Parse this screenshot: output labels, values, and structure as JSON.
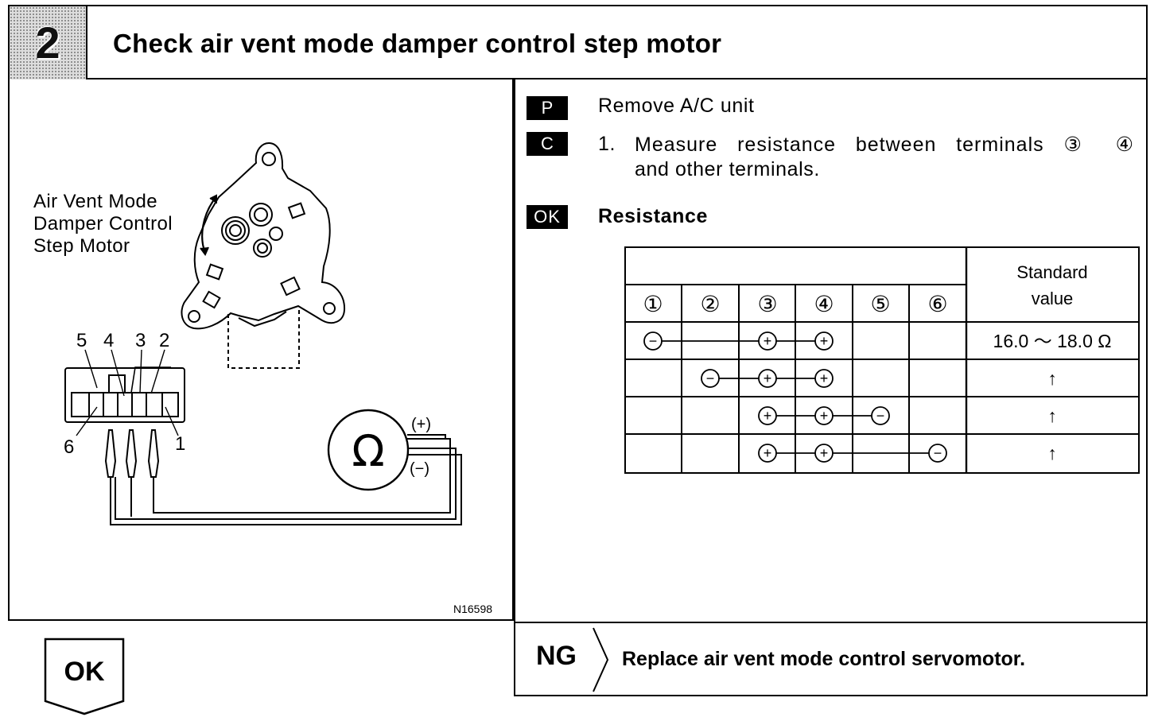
{
  "header": {
    "step_number": "2",
    "title": "Check air vent mode damper control step motor"
  },
  "figure": {
    "component_label": [
      "Air Vent Mode",
      "Damper Control",
      "Step Motor"
    ],
    "pin_numbers_top": [
      "5",
      "4",
      "3",
      "2"
    ],
    "pin_numbers_bottom": [
      "6",
      "1"
    ],
    "meter_symbol": "Ω",
    "meter_plus": "(+)",
    "meter_minus": "(−)",
    "figure_id": "N16598"
  },
  "procedure": {
    "p_tag": "P",
    "p_text": "Remove A/C unit",
    "c_tag": "C",
    "c_number": "1.",
    "c_text_line1": "Measure resistance between terminals ③ ④",
    "c_text_line2": "and other terminals.",
    "ok_tag": "OK",
    "ok_heading": "Resistance"
  },
  "resistance_table": {
    "terminals": [
      "①",
      "②",
      "③",
      "④",
      "⑤",
      "⑥"
    ],
    "standard_header": [
      "Standard",
      "value"
    ],
    "rows": [
      {
        "signs": [
          "−",
          "",
          "+",
          "+",
          "",
          ""
        ],
        "value": "16.0 ～ 18.0 Ω"
      },
      {
        "signs": [
          "",
          "−",
          "+",
          "+",
          "",
          ""
        ],
        "value": "↑"
      },
      {
        "signs": [
          "",
          "",
          "+",
          "+",
          "−",
          ""
        ],
        "value": "↑"
      },
      {
        "signs": [
          "",
          "",
          "+",
          "+",
          "",
          "−"
        ],
        "value": "↑"
      }
    ]
  },
  "result_ok": {
    "label": "OK"
  },
  "result_ng": {
    "label": "NG",
    "action": "Replace air vent mode control servomotor."
  }
}
